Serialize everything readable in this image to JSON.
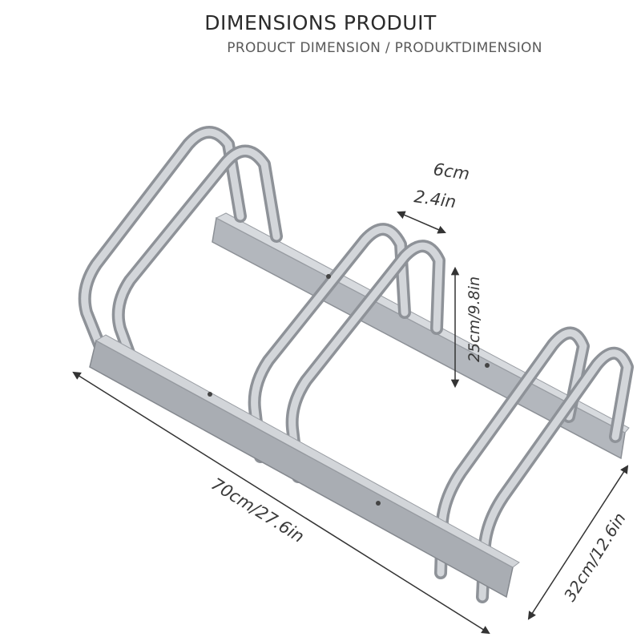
{
  "header": {
    "title": "DIMENSIONS PRODUIT",
    "subtitle": "PRODUCT DIMENSION / PRODUKTDIMENSION"
  },
  "product": {
    "illustration": "bicycle-rack-3-slot-icon",
    "color": "#b8bcc2"
  },
  "dimensions": {
    "slot_width_cm": "6cm",
    "slot_width_in": "2.4in",
    "height": "25cm/9.8in",
    "length": "70cm/27.6in",
    "depth": "32cm/12.6in"
  }
}
